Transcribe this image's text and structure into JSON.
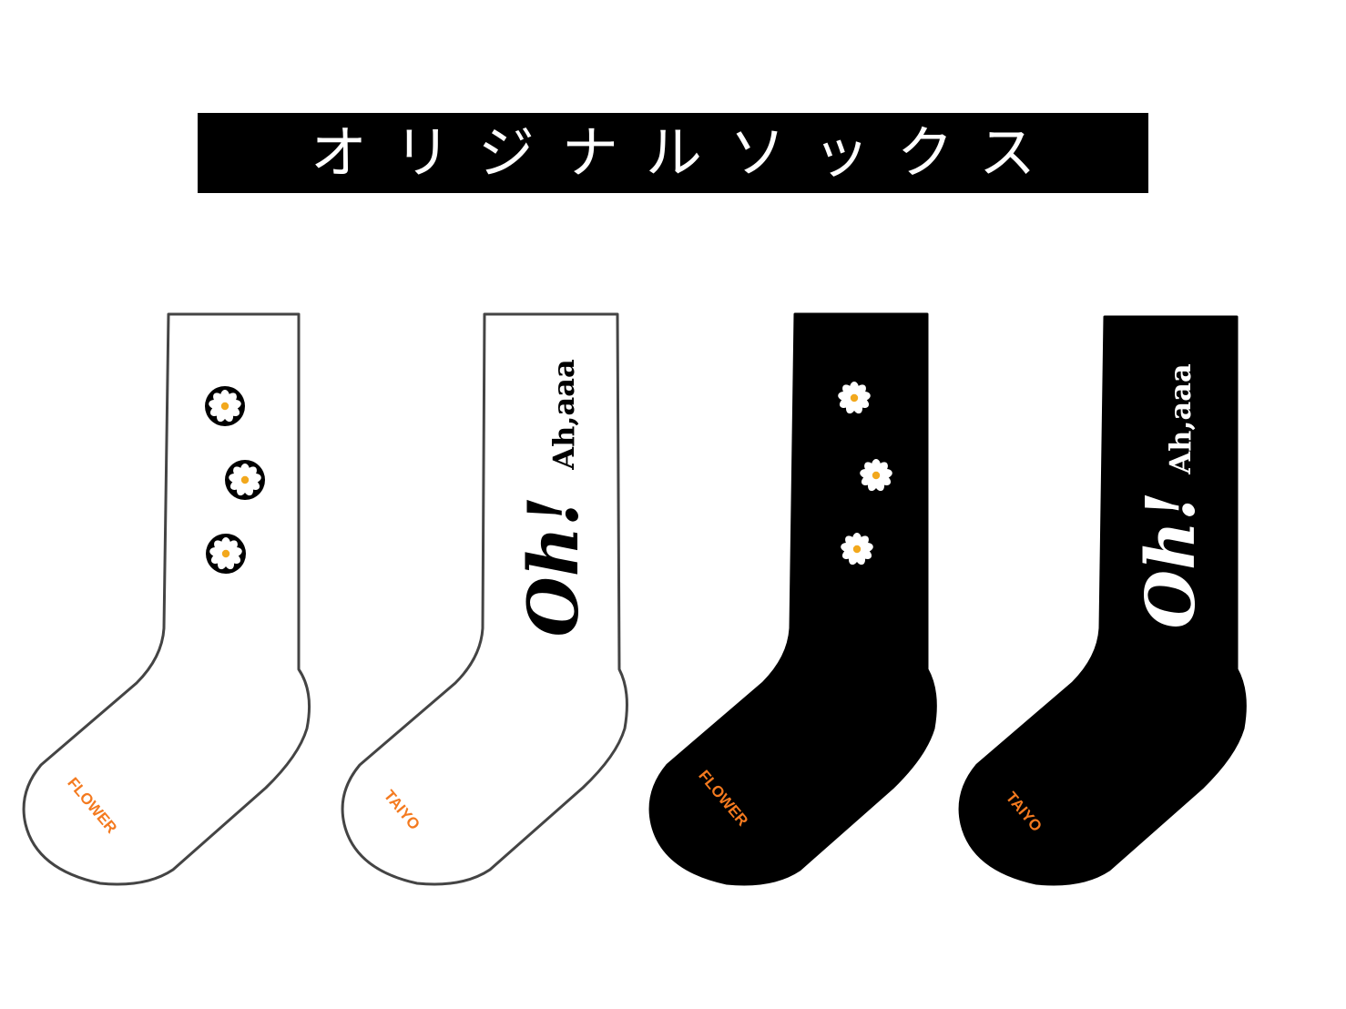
{
  "title": "オリジナルソックス",
  "colors": {
    "sock_white": "#ffffff",
    "sock_black": "#000000",
    "accent_orange": "#f47a1f",
    "flower_center": "#f2a81d"
  },
  "socks": [
    {
      "color": "white",
      "design": "flower",
      "toe_label": "FLOWER"
    },
    {
      "color": "white",
      "design": "text",
      "main_text": "Oh!",
      "sub_text": "Ah,aaa",
      "toe_label": "TAIYO"
    },
    {
      "color": "black",
      "design": "flower",
      "toe_label": "FLOWER"
    },
    {
      "color": "black",
      "design": "text",
      "main_text": "Oh!",
      "sub_text": "Ah,aaa",
      "toe_label": "TAIYO"
    }
  ]
}
